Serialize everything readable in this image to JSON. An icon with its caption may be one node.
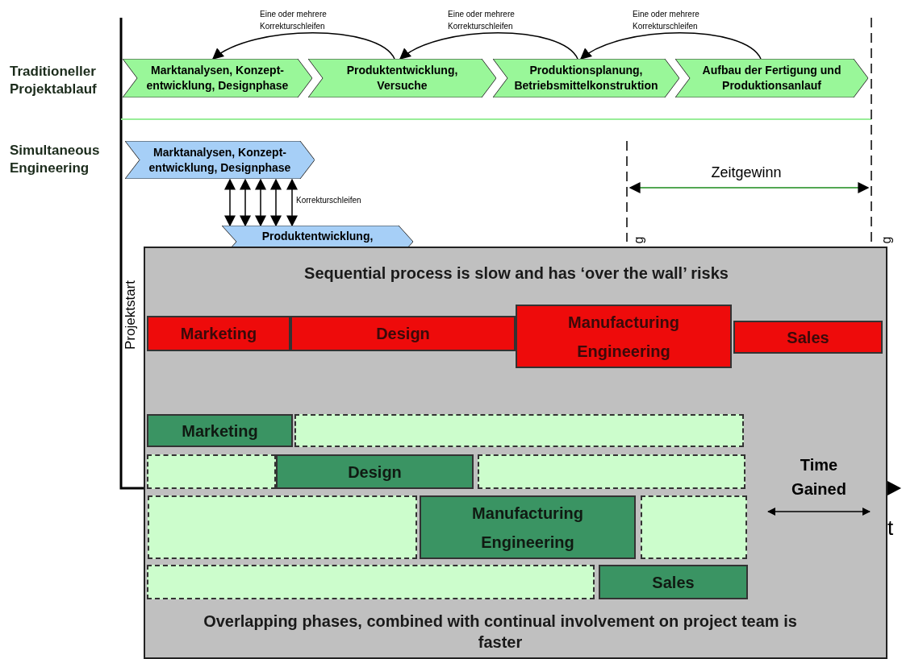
{
  "diagram": {
    "nodes": [
      {
        "text": [
          "Marktanalysen, Konzept-entwicklung, Designphase"
        ]
      },
      {
        "text": [
          "Produktentwicklung, Versuche"
        ]
      },
      {
        "text": [
          "Produktionsplanung, Betriebsmittelkonstruktion"
        ]
      },
      {
        "text": [
          "Aufbau der Fertigung und Produktionsanlauf"
        ]
      },
      {
        "text": [
          "Marktanalysen, Konzept-entwicklung, Designphase"
        ]
      },
      {
        "text": [
          "Produktentwicklung,"
        ]
      },
      {
        "text": [
          "Sequential process is slow and has ‘over the wall’ risks",
          "Overlapping phases, combined with continual involvement on project team is faster"
        ]
      },
      {
        "text": [
          "Marketing"
        ],
        "in": 6
      },
      {
        "text": [
          "Design"
        ],
        "in": 6
      },
      {
        "text": [
          "Manufacturing Engineering"
        ],
        "in": 6
      },
      {
        "text": [
          "Sales"
        ],
        "in": 6
      },
      {
        "text": [
          "Marketing"
        ],
        "in": 6
      },
      {
        "text": [],
        "shape": "box",
        "in": 6
      },
      {
        "text": [],
        "shape": "box",
        "in": 6
      },
      {
        "text": [
          "Design"
        ],
        "in": 6
      },
      {
        "text": [],
        "shape": "box",
        "in": 6
      },
      {
        "text": [],
        "shape": "box",
        "in": 6
      },
      {
        "text": [
          "Manufacturing Engineering"
        ],
        "in": 6
      },
      {
        "text": [],
        "shape": "box",
        "in": 6
      },
      {
        "text": [],
        "shape": "box",
        "in": 6
      },
      {
        "text": [
          "Sales"
        ],
        "in": 6
      }
    ],
    "edges": [
      {
        "from": 1,
        "to": 0,
        "arrow": "to",
        "label": "Eine oder mehrere Korrekturschleifen"
      },
      {
        "from": 2,
        "to": 1,
        "arrow": "to",
        "label": "Eine oder mehrere Korrekturschleifen"
      },
      {
        "from": 3,
        "to": 2,
        "arrow": "to",
        "label": "Eine oder mehrere Korrekturschleifen"
      },
      {
        "from": 4,
        "to": 5,
        "arrow": "both"
      },
      {
        "from": 4,
        "to": 5,
        "arrow": "both"
      },
      {
        "from": 4,
        "to": 5,
        "arrow": "both"
      },
      {
        "from": 4,
        "to": 5,
        "arrow": "both"
      },
      {
        "from": 4,
        "to": 5,
        "arrow": "both",
        "label": "Korrekturschleifen"
      }
    ],
    "labels": [
      "Traditioneller Projektablauf",
      "Simultaneous Engineering",
      "Zeitgewinn",
      "g",
      "g",
      "Projektstart",
      "Time Gained",
      "t"
    ]
  }
}
